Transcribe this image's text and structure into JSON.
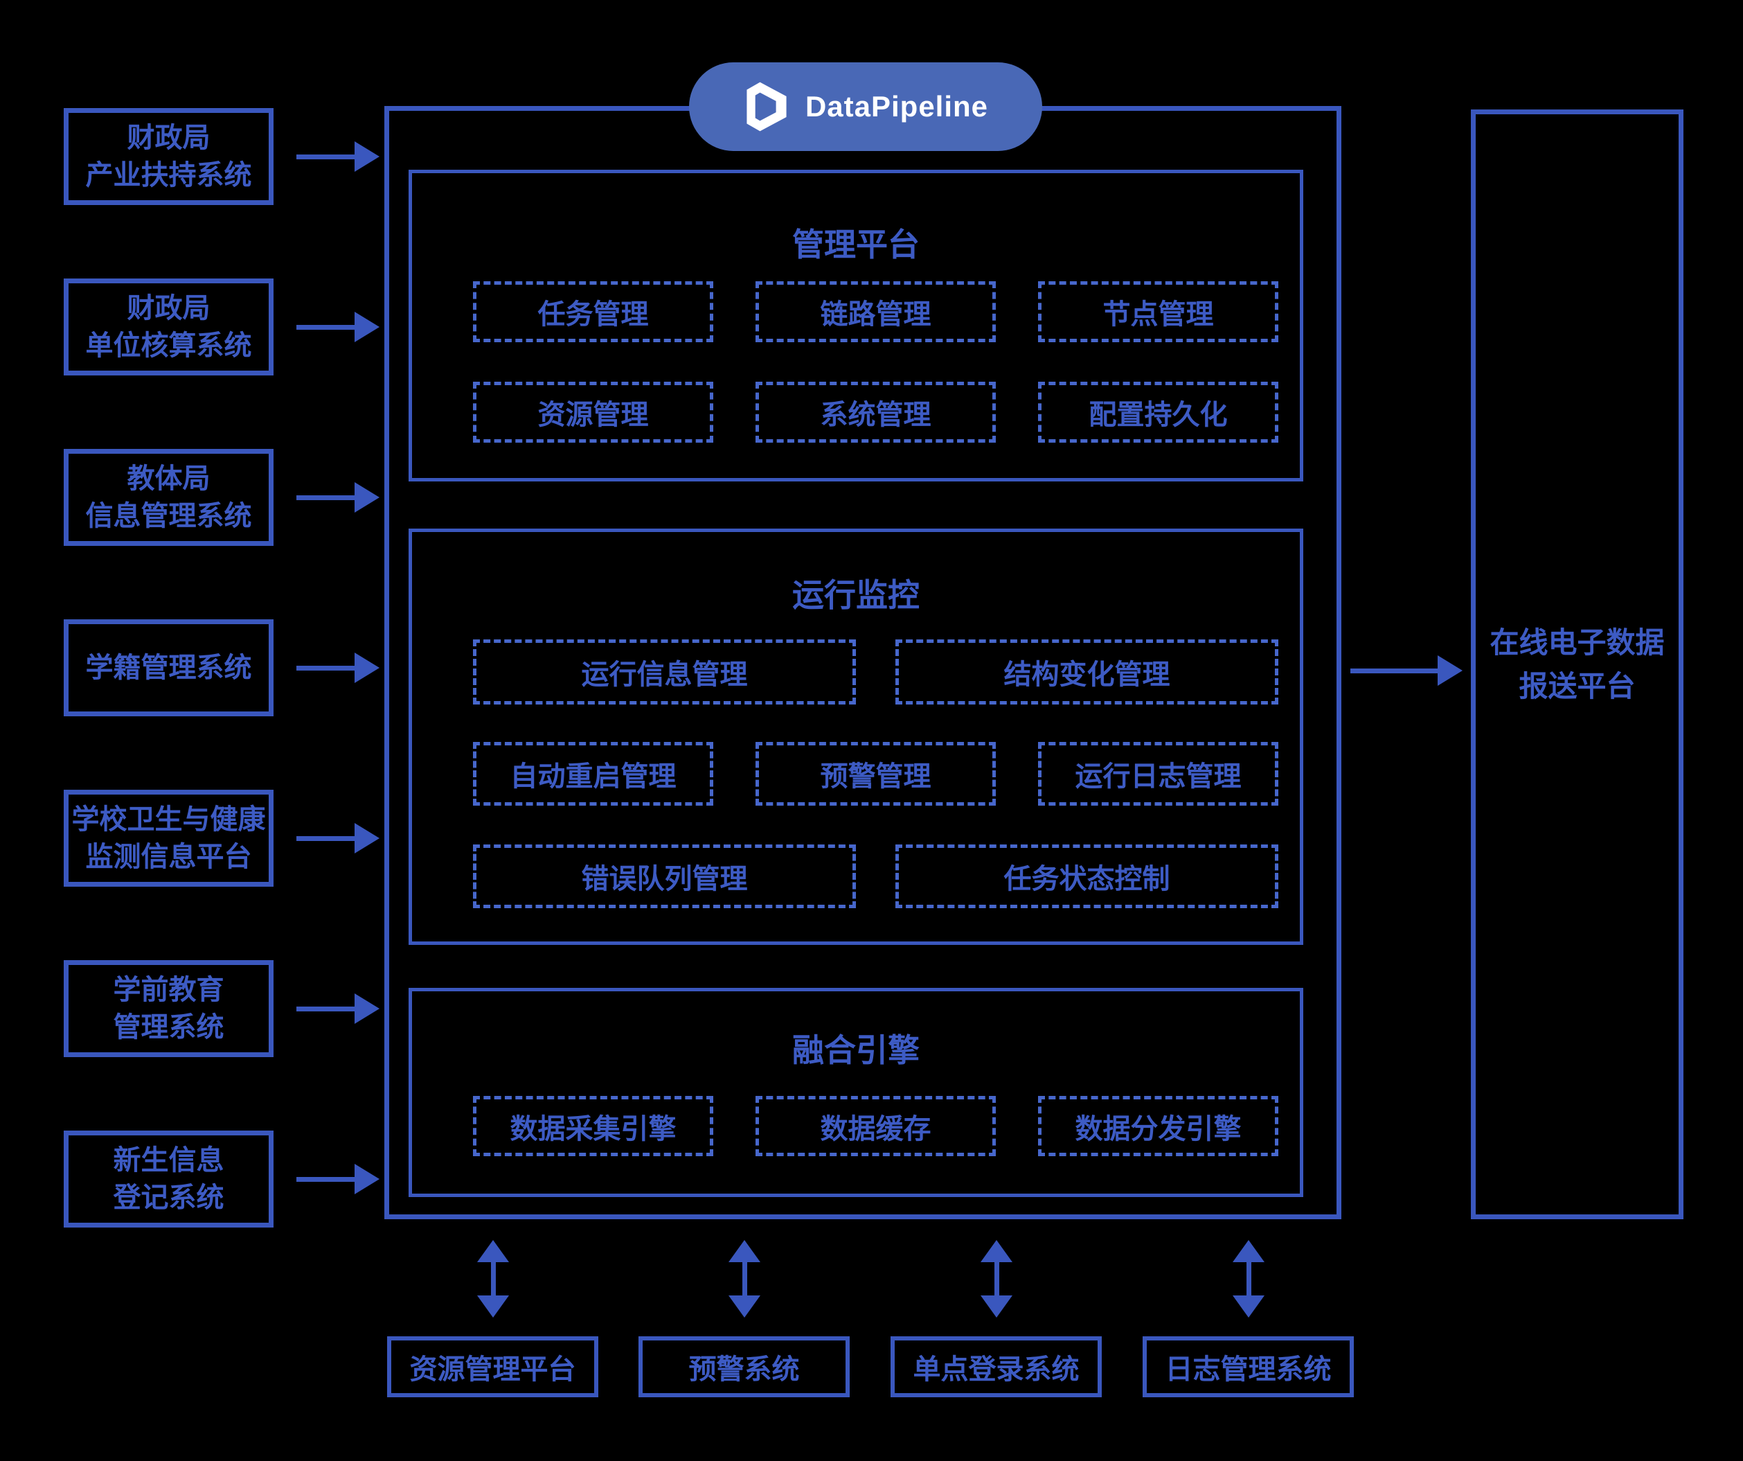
{
  "logo": {
    "text": "DataPipeline",
    "icon": "prism-icon"
  },
  "left_systems": [
    "财政局\n产业扶持系统",
    "财政局\n单位核算系统",
    "教体局\n信息管理系统",
    "学籍管理系统",
    "学校卫生与健康\n监测信息平台",
    "学前教育\n管理系统",
    "新生信息\n登记系统"
  ],
  "platform": {
    "management": {
      "title": "管理平台",
      "modules": [
        "任务管理",
        "链路管理",
        "节点管理",
        "资源管理",
        "系统管理",
        "配置持久化"
      ]
    },
    "monitoring": {
      "title": "运行监控",
      "row1": [
        "运行信息管理",
        "结构变化管理"
      ],
      "row2": [
        "自动重启管理",
        "预警管理",
        "运行日志管理"
      ],
      "row3": [
        "错误队列管理",
        "任务状态控制"
      ]
    },
    "fusion": {
      "title": "融合引擎",
      "modules": [
        "数据采集引擎",
        "数据缓存",
        "数据分发引擎"
      ]
    }
  },
  "right_platform": "在线电子数据\n报送平台",
  "bottom_systems": [
    "资源管理平台",
    "预警系统",
    "单点登录系统",
    "日志管理系统"
  ],
  "colors": {
    "background": "#000000",
    "line": "#3A57BE",
    "text": "#3D5BC4",
    "dashed": "#4767CC",
    "pill_fill": "#4968B6",
    "logo_text": "#FFFFFF"
  }
}
